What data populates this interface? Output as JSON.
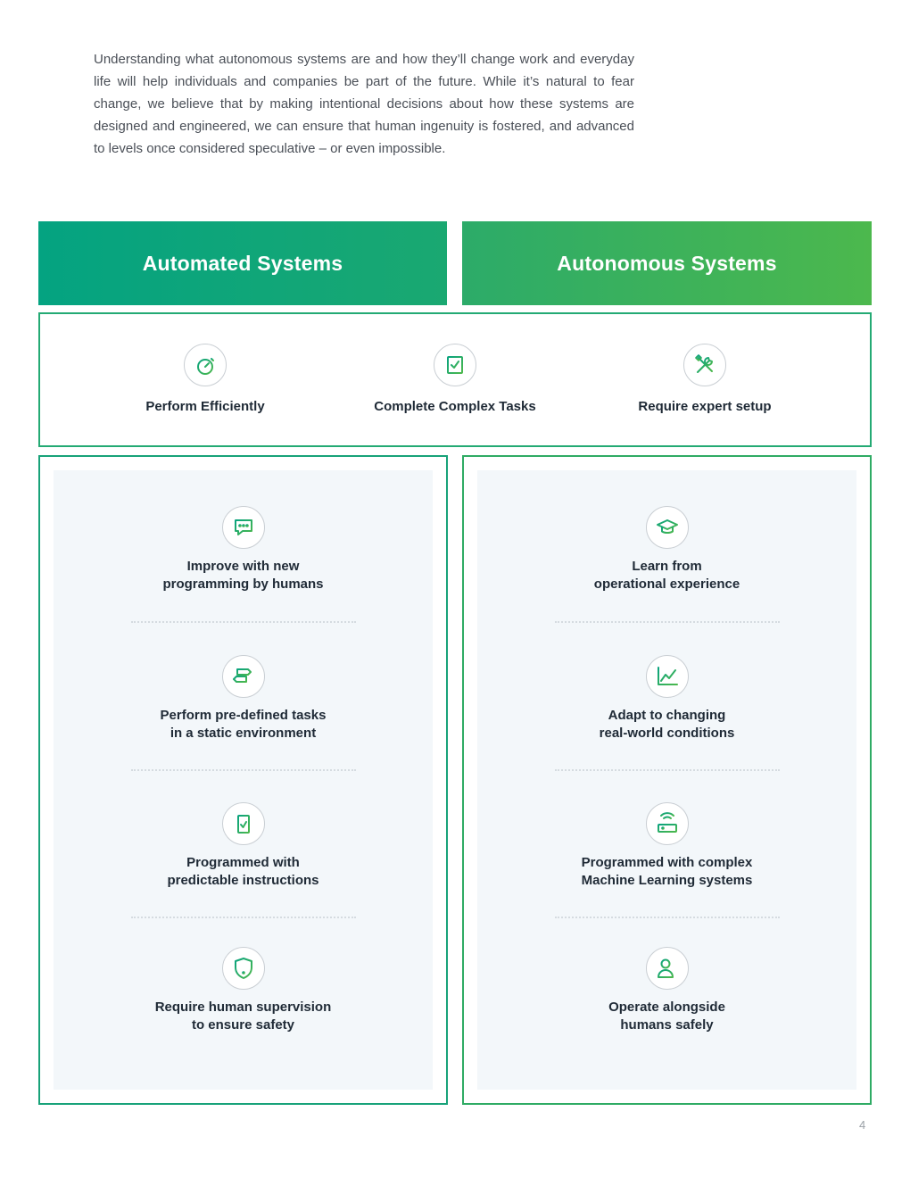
{
  "intro_text": "Understanding what autonomous systems are and how they’ll change work and everyday life will help individuals and companies be part of the future. While it’s natural to fear change, we believe that by making intentional decisions about how these systems are designed and engineered, we can ensure that human ingenuity is fostered, and advanced to levels once considered speculative – or even impossible.",
  "headers": {
    "left": "Automated Systems",
    "right": "Autonomous Systems"
  },
  "common": [
    {
      "label": "Perform Efficiently",
      "icon": "stopwatch-icon"
    },
    {
      "label": "Complete Complex Tasks",
      "icon": "checklist-icon"
    },
    {
      "label": "Require expert setup",
      "icon": "tools-icon"
    }
  ],
  "automated": [
    {
      "line1": "Improve with new",
      "line2": "programming by humans",
      "icon": "chat-bubble-icon"
    },
    {
      "line1": "Perform pre-defined tasks",
      "line2": "in a static environment",
      "icon": "signpost-icon"
    },
    {
      "line1": "Programmed with",
      "line2": "predictable instructions",
      "icon": "clipboard-check-icon"
    },
    {
      "line1": "Require human supervision",
      "line2": "to ensure safety",
      "icon": "shield-alert-icon"
    }
  ],
  "autonomous": [
    {
      "line1": "Learn from",
      "line2": "operational experience",
      "icon": "graduation-cap-icon"
    },
    {
      "line1": "Adapt to changing",
      "line2": "real-world conditions",
      "icon": "line-chart-icon"
    },
    {
      "line1": "Programmed with complex",
      "line2": "Machine Learning systems",
      "icon": "router-icon"
    },
    {
      "line1": "Operate alongside",
      "line2": "humans safely",
      "icon": "add-user-icon"
    }
  ],
  "page_number": "4",
  "colors": {
    "teal": "#04a381",
    "green": "#4cb84d",
    "text": "#1f2a36",
    "panel_bg": "#f3f7fa"
  }
}
